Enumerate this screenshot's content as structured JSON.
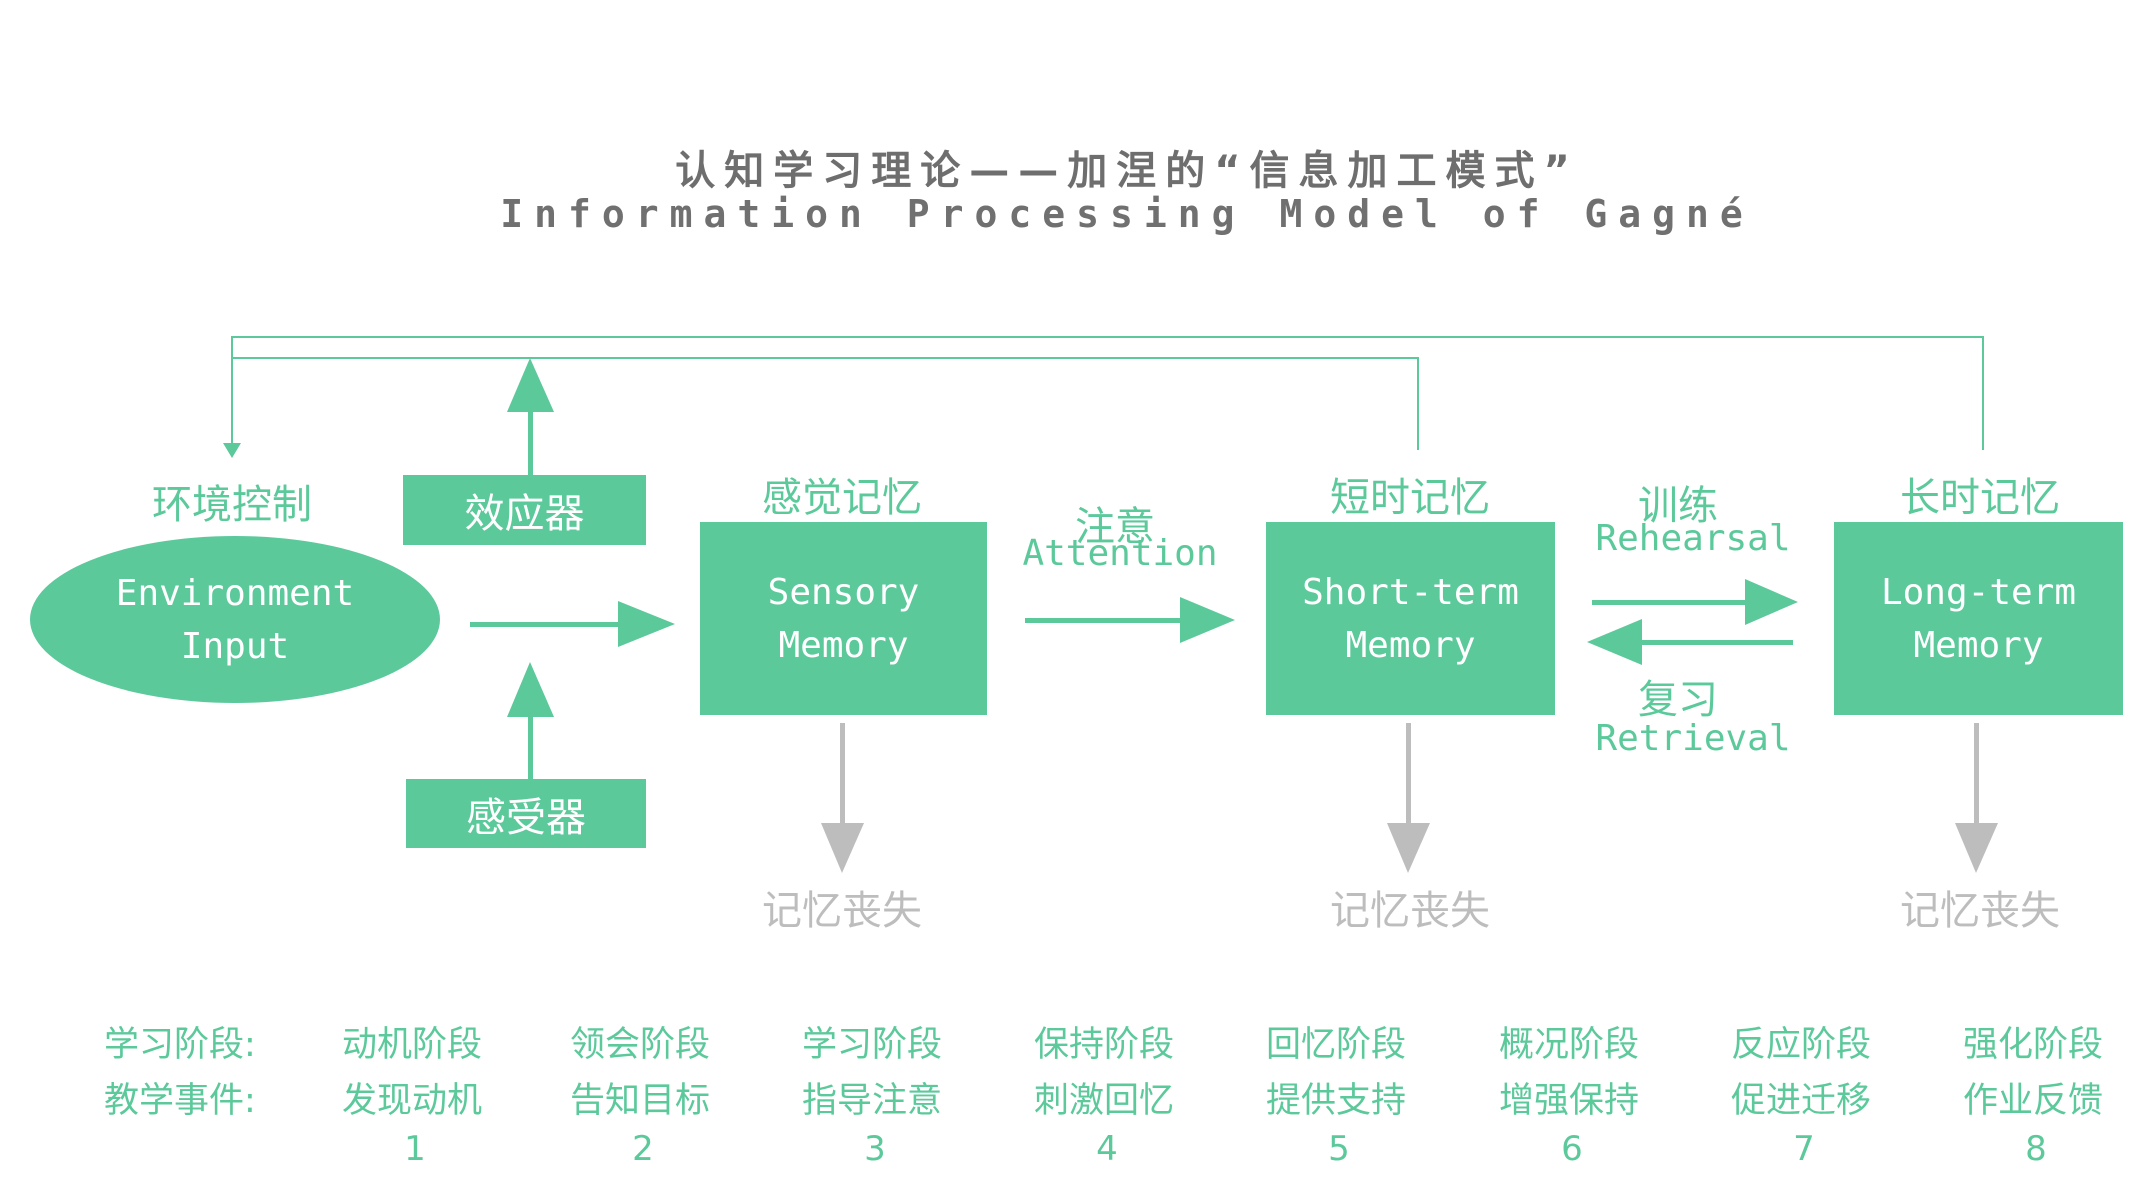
{
  "title": {
    "cn": "认知学习理论——加涅的“信息加工模式”",
    "en": "Information Processing Model of Gagné"
  },
  "nodes": {
    "environment": {
      "label_cn": "环境控制",
      "text": "Environment\nInput"
    },
    "effector": "效应器",
    "receptor": "感受器",
    "sensory": {
      "label_cn": "感觉记忆",
      "text": "Sensory\nMemory"
    },
    "short_term": {
      "label_cn": "短时记忆",
      "text": "Short-term\nMemory"
    },
    "long_term": {
      "label_cn": "长时记忆",
      "text": "Long-term\nMemory"
    }
  },
  "edges": {
    "attention": {
      "cn": "注意",
      "en": "Attention"
    },
    "rehearsal": {
      "cn": "训练",
      "en": "Rehearsal"
    },
    "retrieval": {
      "cn": "复习",
      "en": "Retrieval"
    }
  },
  "memory_loss": [
    "记忆丧失",
    "记忆丧失",
    "记忆丧失"
  ],
  "stages": {
    "row1_label": "学习阶段:",
    "row2_label": "教学事件:",
    "items": [
      {
        "phase": "动机阶段",
        "event": "发现动机",
        "num": "1"
      },
      {
        "phase": "领会阶段",
        "event": "告知目标",
        "num": "2"
      },
      {
        "phase": "学习阶段",
        "event": "指导注意",
        "num": "3"
      },
      {
        "phase": "保持阶段",
        "event": "刺激回忆",
        "num": "4"
      },
      {
        "phase": "回忆阶段",
        "event": "提供支持",
        "num": "5"
      },
      {
        "phase": "概况阶段",
        "event": "增强保持",
        "num": "6"
      },
      {
        "phase": "反应阶段",
        "event": "促进迁移",
        "num": "7"
      },
      {
        "phase": "强化阶段",
        "event": "作业反馈",
        "num": "8"
      }
    ]
  },
  "colors": {
    "accent": "#5cc99b",
    "loss": "#bdbdbd",
    "title": "#6e6e6e"
  }
}
